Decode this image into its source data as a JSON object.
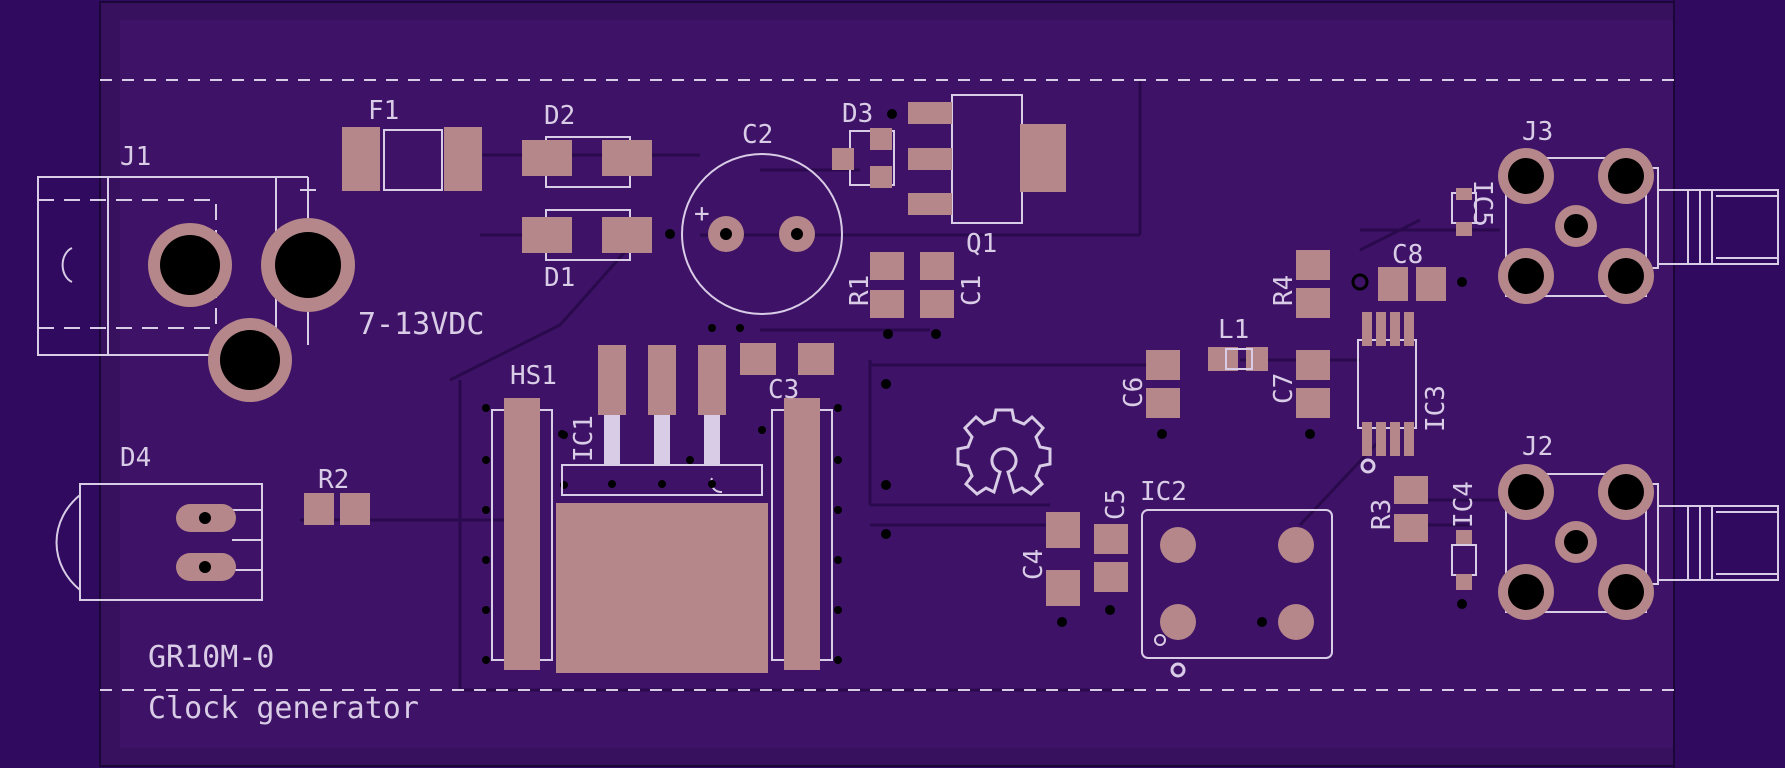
{
  "board": {
    "name": "GR10M-0",
    "description": "Clock generator",
    "power_label": "7-13VDC"
  },
  "refdes": {
    "J1": "J1",
    "F1": "F1",
    "D2": "D2",
    "D1": "D1",
    "C2": "C2",
    "D3": "D3",
    "Q1": "Q1",
    "R1": "R1",
    "C1": "C1",
    "D4": "D4",
    "R2": "R2",
    "HS1": "HS1",
    "IC1": "IC1",
    "C3": "C3",
    "C6": "C6",
    "L1": "L1",
    "C7": "C7",
    "R4": "R4",
    "C8": "C8",
    "IC3": "IC3",
    "IC5": "IC5",
    "J3": "J3",
    "J2": "J2",
    "R3": "R3",
    "IC4": "IC4",
    "IC2": "IC2",
    "C4": "C4",
    "C5": "C5"
  },
  "marks": {
    "polarity_plus": "+"
  },
  "colors": {
    "background": "#2f0a5f",
    "board_fill": "#3f1166",
    "copper_pad": "#b5878a",
    "silkscreen": "#d9cce6",
    "trace": "#27084a",
    "drill": "#000000"
  },
  "icons": {
    "logo": "oshw-gear-icon"
  }
}
